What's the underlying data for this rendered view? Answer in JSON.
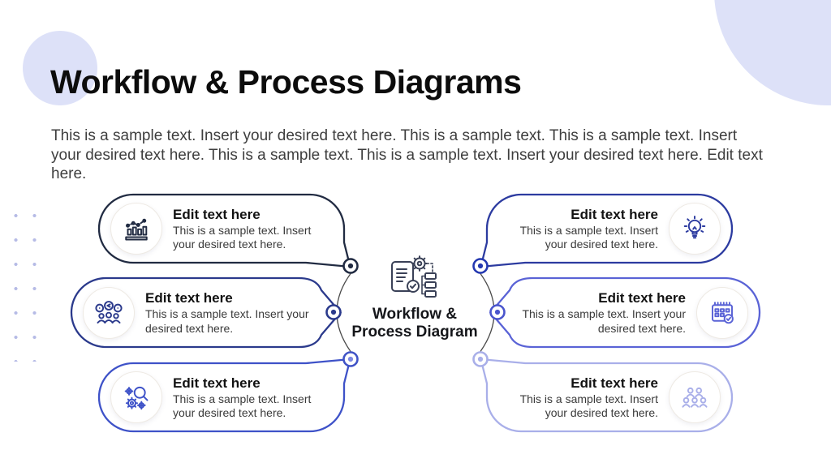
{
  "slide": {
    "title": "Workflow & Process Diagrams",
    "intro": "This is a sample text. Insert your desired text here. This is a sample text. This is a sample text. Insert your desired text here. This is a sample text. This is a sample text. Insert your desired text here. Edit text here."
  },
  "center": {
    "label_line1": "Workflow &",
    "label_line2": "Process Diagram",
    "icon": "workflow-document-icon",
    "icon_color": "#3a4157"
  },
  "cards": {
    "left": [
      {
        "title": "Edit text here",
        "body": "This is a sample text. Insert your desired text here.",
        "icon": "bar-chart-icon",
        "color": "#212b42"
      },
      {
        "title": "Edit text here",
        "body": "This is a sample text. Insert your desired text here.",
        "icon": "team-share-icon",
        "color": "#2b3a8c"
      },
      {
        "title": "Edit text here",
        "body": "This is a sample text. Insert your desired text here.",
        "icon": "gears-search-icon",
        "color": "#3e52c8"
      }
    ],
    "right": [
      {
        "title": "Edit text here",
        "body": "This is a sample text. Insert your desired text here.",
        "icon": "lightbulb-icon",
        "color": "#2c3ba0"
      },
      {
        "title": "Edit text here",
        "body": "This is a sample text. Insert your desired text here.",
        "icon": "calendar-check-icon",
        "color": "#5a63d6"
      },
      {
        "title": "Edit text here",
        "body": "This is a sample text. Insert your desired text here.",
        "icon": "team-icon",
        "color": "#a9afe9"
      }
    ]
  },
  "nodes": [
    {
      "color": "#212b42",
      "dot": "#212b42"
    },
    {
      "color": "#2b3a8c",
      "dot": "#2b3a8c"
    },
    {
      "color": "#4053c6",
      "dot": "#7d88e2"
    },
    {
      "color": "#2438b0",
      "dot": "#2438b0"
    },
    {
      "color": "#4a55cd",
      "dot": "#4a55cd"
    },
    {
      "color": "#a9afe9",
      "dot": "#a9afe9"
    }
  ],
  "decor": {
    "circle_color": "#dde1f8",
    "dot_color": "#b6bbe6",
    "arc_color": "#4a4a4a"
  }
}
